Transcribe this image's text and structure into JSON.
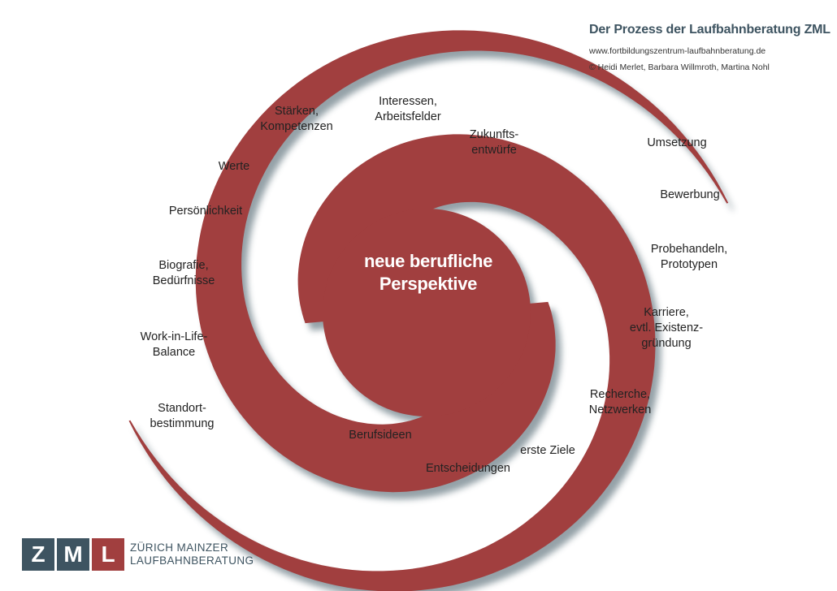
{
  "header": {
    "title": "Der Prozess der Laufbahnberatung ZML",
    "url": "www.fortbildungszentrum-laufbahnberatung.de",
    "copyright": "© Heidi Merlet, Barbara Willmroth, Martina Nohl"
  },
  "center": {
    "line1": "neue berufliche",
    "line2": "Perspektive"
  },
  "labels": {
    "staerken": [
      "Stärken,",
      "Kompetenzen"
    ],
    "interessen": [
      "Interessen,",
      "Arbeitsfelder"
    ],
    "zukunft": [
      "Zukunfts-",
      "entwürfe"
    ],
    "werte": [
      "Werte"
    ],
    "persoenlichkeit": [
      "Persönlichkeit"
    ],
    "biografie": [
      "Biografie,",
      "Bedürfnisse"
    ],
    "worklife": [
      "Work-in-Life-",
      "Balance"
    ],
    "standort": [
      "Standort-",
      "bestimmung"
    ],
    "umsetzung": [
      "Umsetzung"
    ],
    "bewerbung": [
      "Bewerbung"
    ],
    "probehandeln": [
      "Probehandeln,",
      "Prototypen"
    ],
    "karriere": [
      "Karriere,",
      "evtl. Existenz-",
      "gründung"
    ],
    "recherche": [
      "Recherche,",
      "Netzwerken"
    ],
    "berufsideen": [
      "Berufsideen"
    ],
    "ziele": [
      "erste Ziele"
    ],
    "entscheidungen": [
      "Entscheidungen"
    ]
  },
  "logo": {
    "letters": [
      "Z",
      "M",
      "L"
    ],
    "line1": "ZÜRICH MAINZER",
    "line2": "LAUFBAHNBERATUNG"
  },
  "colors": {
    "spiral": "#a13f3f",
    "shadow": "#3e5461",
    "title": "#3e5461"
  }
}
